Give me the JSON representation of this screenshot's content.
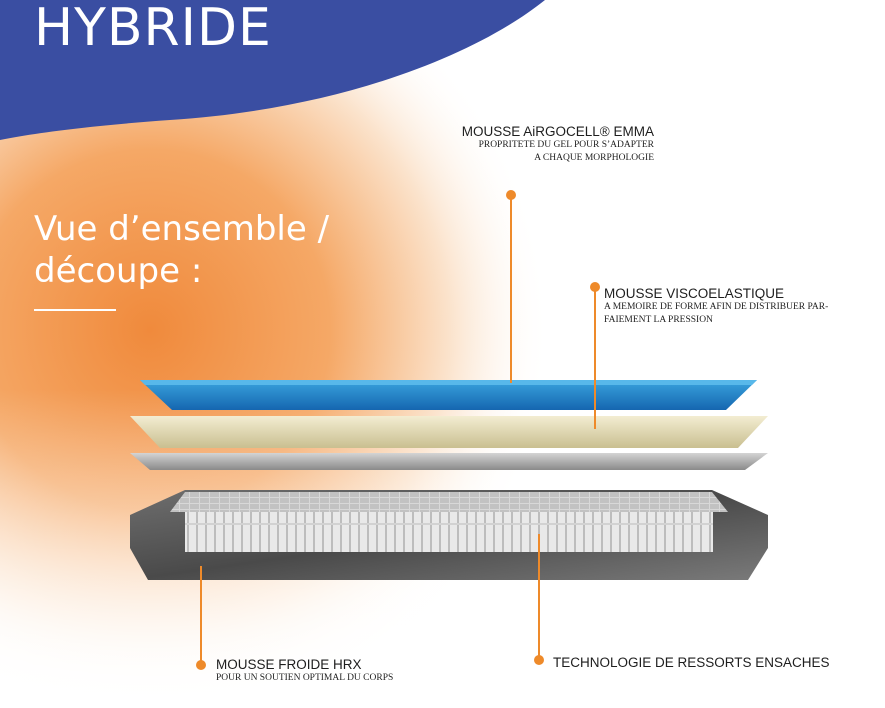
{
  "header": {
    "title": "HYBRIDE",
    "subtitle_line1": "Vue d’ensemble /",
    "subtitle_line2": "découpe :"
  },
  "colors": {
    "header_blue": "#3a4ea2",
    "orange": "#f2984a",
    "accent_dot": "#ee8a2a",
    "gel_blue": "#1e7fc4",
    "memory_foam": "#e8e0b8"
  },
  "layers": [
    {
      "title": "MOUSSE AiRGOCELL® EMMA",
      "desc_line1": "PROPRITETE DU GEL POUR S’ADAPTER",
      "desc_line2": "A CHAQUE MORPHOLOGIE"
    },
    {
      "title": "MOUSSE VISCOELASTIQUE",
      "desc_line1": "A MEMOIRE DE FORME AFIN DE DISTRIBUER PAR-",
      "desc_line2": "FAIEMENT LA PRESSION"
    },
    {
      "title": "MOUSSE FROIDE HRX",
      "desc_line1": "POUR UN SOUTIEN OPTIMAL DU CORPS"
    },
    {
      "title": "TECHNOLOGIE DE RESSORTS ENSACHES"
    }
  ]
}
